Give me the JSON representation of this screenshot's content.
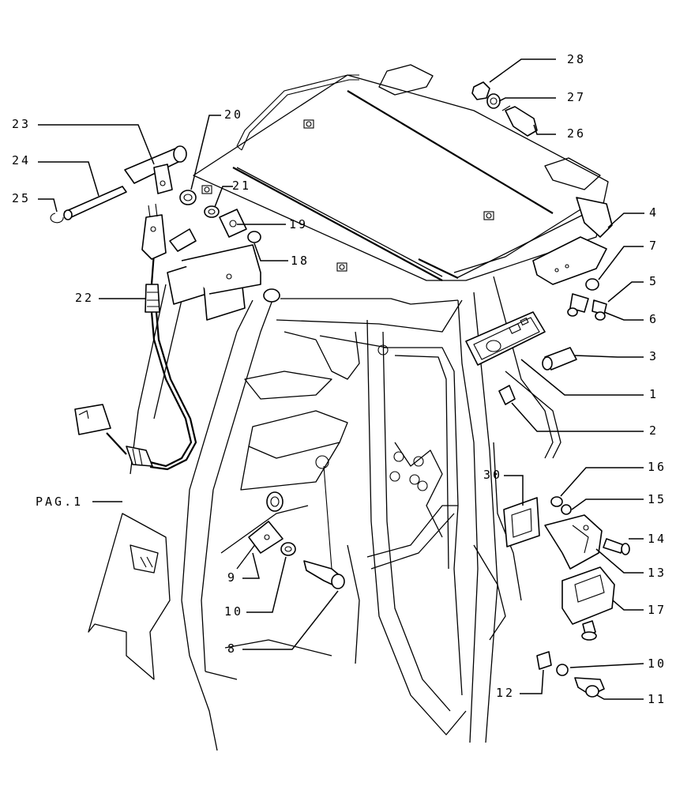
{
  "diagram": {
    "callouts": [
      {
        "id": "c1",
        "text": "1"
      },
      {
        "id": "c2",
        "text": "2"
      },
      {
        "id": "c3",
        "text": "3"
      },
      {
        "id": "c4",
        "text": "4"
      },
      {
        "id": "c5",
        "text": "5"
      },
      {
        "id": "c6",
        "text": "6"
      },
      {
        "id": "c7",
        "text": "7"
      },
      {
        "id": "c8",
        "text": "8"
      },
      {
        "id": "c9",
        "text": "9"
      },
      {
        "id": "c10a",
        "text": "10"
      },
      {
        "id": "c10b",
        "text": "10"
      },
      {
        "id": "c11",
        "text": "11"
      },
      {
        "id": "c12",
        "text": "12"
      },
      {
        "id": "c13",
        "text": "13"
      },
      {
        "id": "c14",
        "text": "14"
      },
      {
        "id": "c15",
        "text": "15"
      },
      {
        "id": "c16",
        "text": "16"
      },
      {
        "id": "c17",
        "text": "17"
      },
      {
        "id": "c18",
        "text": "18"
      },
      {
        "id": "c19",
        "text": "19"
      },
      {
        "id": "c20",
        "text": "20"
      },
      {
        "id": "c21",
        "text": "21"
      },
      {
        "id": "c22",
        "text": "22"
      },
      {
        "id": "c23",
        "text": "23"
      },
      {
        "id": "c24",
        "text": "24"
      },
      {
        "id": "c25",
        "text": "25"
      },
      {
        "id": "c26",
        "text": "26"
      },
      {
        "id": "c27",
        "text": "27"
      },
      {
        "id": "c28",
        "text": "28"
      },
      {
        "id": "c30",
        "text": "30"
      }
    ],
    "page_ref": "PAG.1"
  }
}
